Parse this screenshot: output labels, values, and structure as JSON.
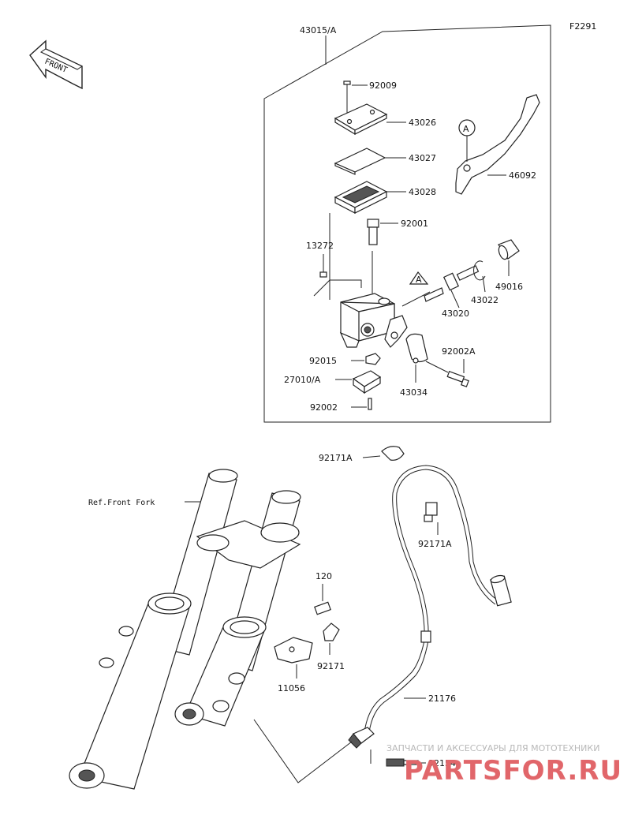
{
  "figure_code": "F2291",
  "front_label": "FRONT",
  "callout_marker": "A",
  "parts": {
    "p43015A": "43015/A",
    "p92009": "92009",
    "p43026": "43026",
    "p43027": "43027",
    "p43028": "43028",
    "p46092": "46092",
    "p92001": "92001",
    "p13272": "13272",
    "p49016": "49016",
    "p43022": "43022",
    "p43020": "43020",
    "p92002A": "92002A",
    "p92015": "92015",
    "p27010A": "27010/A",
    "p43034": "43034",
    "p92002": "92002",
    "p92171A_1": "92171A",
    "p92171A_2": "92171A",
    "p120": "120",
    "p92171": "92171",
    "p11056": "11056",
    "p21176": "21176",
    "p92154": "92154"
  },
  "ref_label": "Ref.Front Fork",
  "watermark": {
    "line1": "ЗАПЧАСТИ И АКСЕССУАРЫ ДЛЯ МОТОТЕХНИКИ",
    "line2": "PARTSFOR.RU"
  },
  "colors": {
    "line": "#222222",
    "watermark_text": "#b8b8b8",
    "watermark_logo": "#e1666a"
  }
}
